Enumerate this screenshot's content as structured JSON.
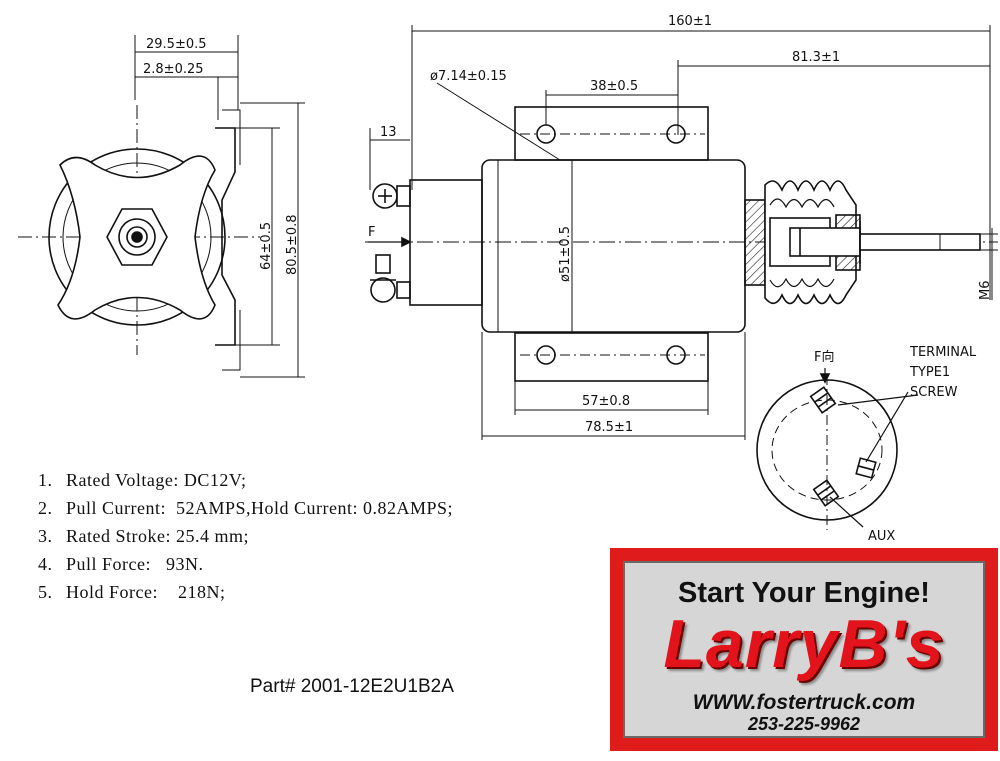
{
  "dimensions": {
    "side_width": "29.5±0.5",
    "side_thickness": "2.8±0.25",
    "side_height_inner": "64±0.5",
    "side_height_outer": "80.5±0.8",
    "overall_length": "160±1",
    "shaft_extension": "81.3±1",
    "hole_diameter": "ø7.14±0.15",
    "hole_spacing": "38±0.5",
    "terminal_offset": "13",
    "body_diameter": "ø51±0.5",
    "thread": "M6",
    "base_length": "57±0.8",
    "body_length": "78.5±1",
    "force_direction": "F",
    "force_direction_cn": "F向"
  },
  "terminal_labels": {
    "terminal_type": "TERMINAL",
    "type1": "TYPE1",
    "screw": "SCREW",
    "aux": "AUX"
  },
  "specs": [
    {
      "num": "1.",
      "text": "Rated Voltage: DC12V;"
    },
    {
      "num": "2.",
      "text": "Pull Current:  52AMPS,Hold Current: 0.82AMPS;"
    },
    {
      "num": "3.",
      "text": "Rated Stroke: 25.4 mm;"
    },
    {
      "num": "4.",
      "text": "Pull Force:   93N."
    },
    {
      "num": "5.",
      "text": "Hold Force:    218N;"
    }
  ],
  "part_number": "Part# 2001-12E2U1B2A",
  "logo": {
    "headline": "Start Your Engine!",
    "brand": "LarryB's",
    "website": "WWW.fostertruck.com",
    "phone": "253-225-9962",
    "colors": {
      "frame": "#e01b1b",
      "brand_text": "#e3131b",
      "panel": "#d6d6d6"
    }
  }
}
